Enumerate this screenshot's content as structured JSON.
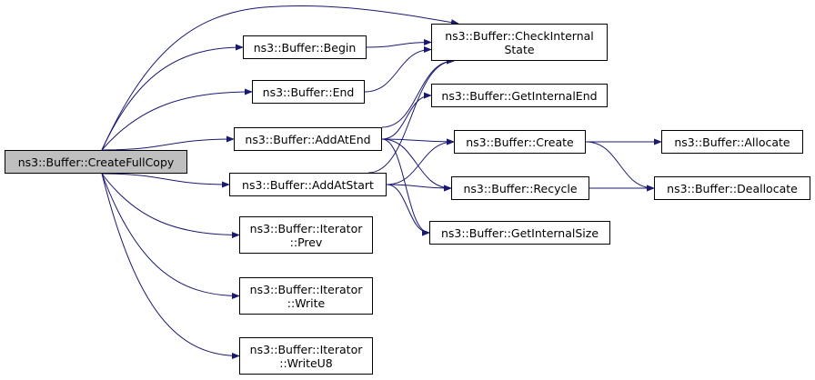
{
  "graph": {
    "edge_color": "#191970",
    "root_fill": "#bfbfbf",
    "nodes": {
      "createfullcopy": {
        "lines": [
          "ns3::Buffer::CreateFullCopy"
        ]
      },
      "begin": {
        "lines": [
          "ns3::Buffer::Begin"
        ]
      },
      "end": {
        "lines": [
          "ns3::Buffer::End"
        ]
      },
      "addatend": {
        "lines": [
          "ns3::Buffer::AddAtEnd"
        ]
      },
      "addatstart": {
        "lines": [
          "ns3::Buffer::AddAtStart"
        ]
      },
      "iter_prev": {
        "lines": [
          "ns3::Buffer::Iterator",
          "::Prev"
        ]
      },
      "iter_write": {
        "lines": [
          "ns3::Buffer::Iterator",
          "::Write"
        ]
      },
      "iter_writeu8": {
        "lines": [
          "ns3::Buffer::Iterator",
          "::WriteU8"
        ]
      },
      "checkinternalstate": {
        "lines": [
          "ns3::Buffer::CheckInternal",
          "State"
        ]
      },
      "getinternalend": {
        "lines": [
          "ns3::Buffer::GetInternalEnd"
        ]
      },
      "create": {
        "lines": [
          "ns3::Buffer::Create"
        ]
      },
      "recycle": {
        "lines": [
          "ns3::Buffer::Recycle"
        ]
      },
      "getinternalsize": {
        "lines": [
          "ns3::Buffer::GetInternalSize"
        ]
      },
      "allocate": {
        "lines": [
          "ns3::Buffer::Allocate"
        ]
      },
      "deallocate": {
        "lines": [
          "ns3::Buffer::Deallocate"
        ]
      }
    },
    "edges": [
      [
        "createfullcopy",
        "checkinternalstate"
      ],
      [
        "createfullcopy",
        "begin"
      ],
      [
        "createfullcopy",
        "end"
      ],
      [
        "createfullcopy",
        "addatend"
      ],
      [
        "createfullcopy",
        "addatstart"
      ],
      [
        "createfullcopy",
        "iter_prev"
      ],
      [
        "createfullcopy",
        "iter_write"
      ],
      [
        "createfullcopy",
        "iter_writeu8"
      ],
      [
        "begin",
        "checkinternalstate"
      ],
      [
        "end",
        "checkinternalstate"
      ],
      [
        "addatend",
        "checkinternalstate"
      ],
      [
        "addatend",
        "getinternalend"
      ],
      [
        "addatend",
        "create"
      ],
      [
        "addatend",
        "recycle"
      ],
      [
        "addatend",
        "getinternalsize"
      ],
      [
        "addatstart",
        "checkinternalstate"
      ],
      [
        "addatstart",
        "create"
      ],
      [
        "addatstart",
        "recycle"
      ],
      [
        "addatstart",
        "getinternalsize"
      ],
      [
        "create",
        "allocate"
      ],
      [
        "create",
        "deallocate"
      ],
      [
        "recycle",
        "deallocate"
      ]
    ]
  }
}
